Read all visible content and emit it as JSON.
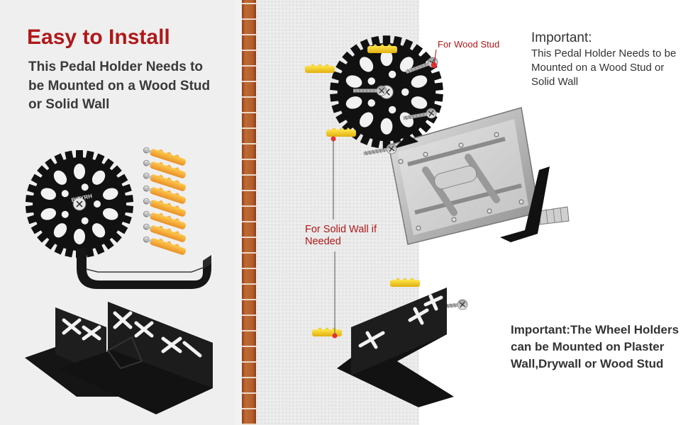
{
  "left": {
    "title": "Easy to Install",
    "subtitle": "This Pedal Holder Needs to be Mounted on a Wood Stud or Solid Wall",
    "gear_brand": "BIZYRH"
  },
  "labels": {
    "wood_stud": "For Wood Stud",
    "solid_wall": "For Solid Wall if Needed"
  },
  "right": {
    "important_title": "Important:",
    "important_text": "This Pedal Holder Needs to be Mounted on a Wood Stud or Solid Wall",
    "important2": "Important:The Wheel Holders can be Mounted on Plaster Wall,Drywall or Wood Stud"
  },
  "colors": {
    "accent_red": "#b01818",
    "anchor_yellow": "#f0c020",
    "anchor_orange": "#f0a030",
    "metal": "#111111",
    "pedal_silver": "#c8c8c8"
  },
  "icons": [
    "gear-icon",
    "pedal-icon",
    "screw-icon",
    "wall-anchor-icon",
    "wheel-holder-icon"
  ]
}
